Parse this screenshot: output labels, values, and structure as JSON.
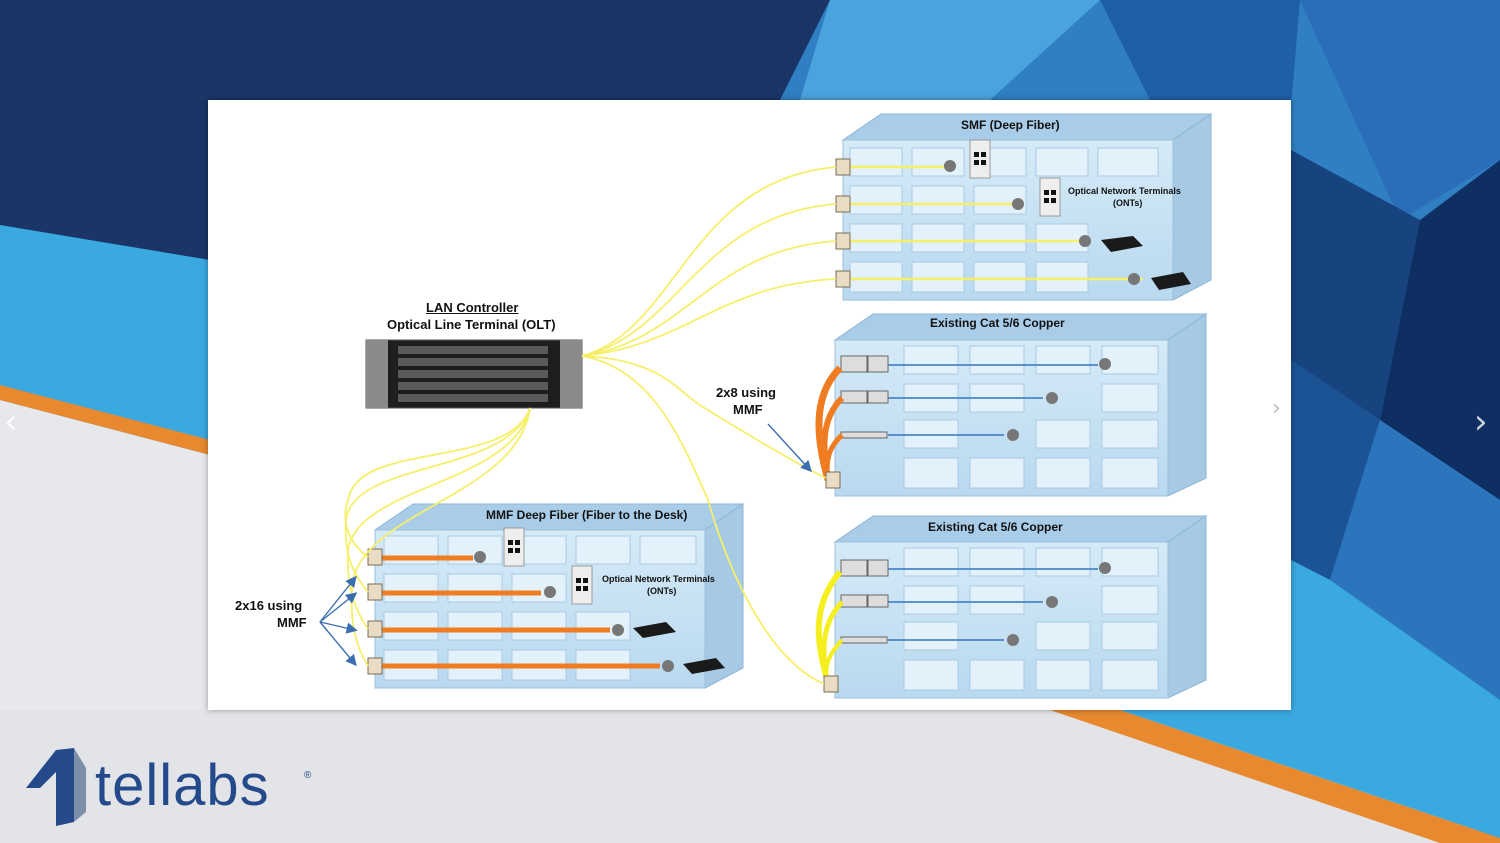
{
  "slide": {
    "olt_title_1": "LAN Controller",
    "olt_title_2": "Optical Line Terminal (OLT)",
    "building_smf": "SMF (Deep Fiber)",
    "building_copper_1": "Existing Cat 5/6 Copper",
    "building_copper_2": "Existing Cat 5/6 Copper",
    "building_mmf": "MMF Deep Fiber (Fiber to the Desk)",
    "ont_label_smf_1": "Optical Network Terminals",
    "ont_label_smf_2": "(ONTs)",
    "ont_label_mmf_1": "Optical Network Terminals",
    "ont_label_mmf_2": "(ONTs)",
    "note_2x8_1": "2x8 using",
    "note_2x8_2": "MMF",
    "note_2x16_1": "2x16 using",
    "note_2x16_2": "MMF"
  },
  "navigation": {
    "prev_icon": "chevron-left-icon",
    "next_icon": "chevron-right-icon",
    "prev_glyph": "‹",
    "next_glyph": "›",
    "inner_next_glyph": "›"
  },
  "brand": {
    "name": "tellabs",
    "reg_mark": "®",
    "logo_icon": "tellabs-logo-icon"
  },
  "colors": {
    "navy": "#1b3567",
    "light_blue": "#3aa9e0",
    "orange": "#e8892f",
    "fiber_yellow": "#f5ef6a",
    "mmf_orange": "#f07c22",
    "copper_blue": "#4a86c8",
    "building": "#c9e2f2"
  }
}
